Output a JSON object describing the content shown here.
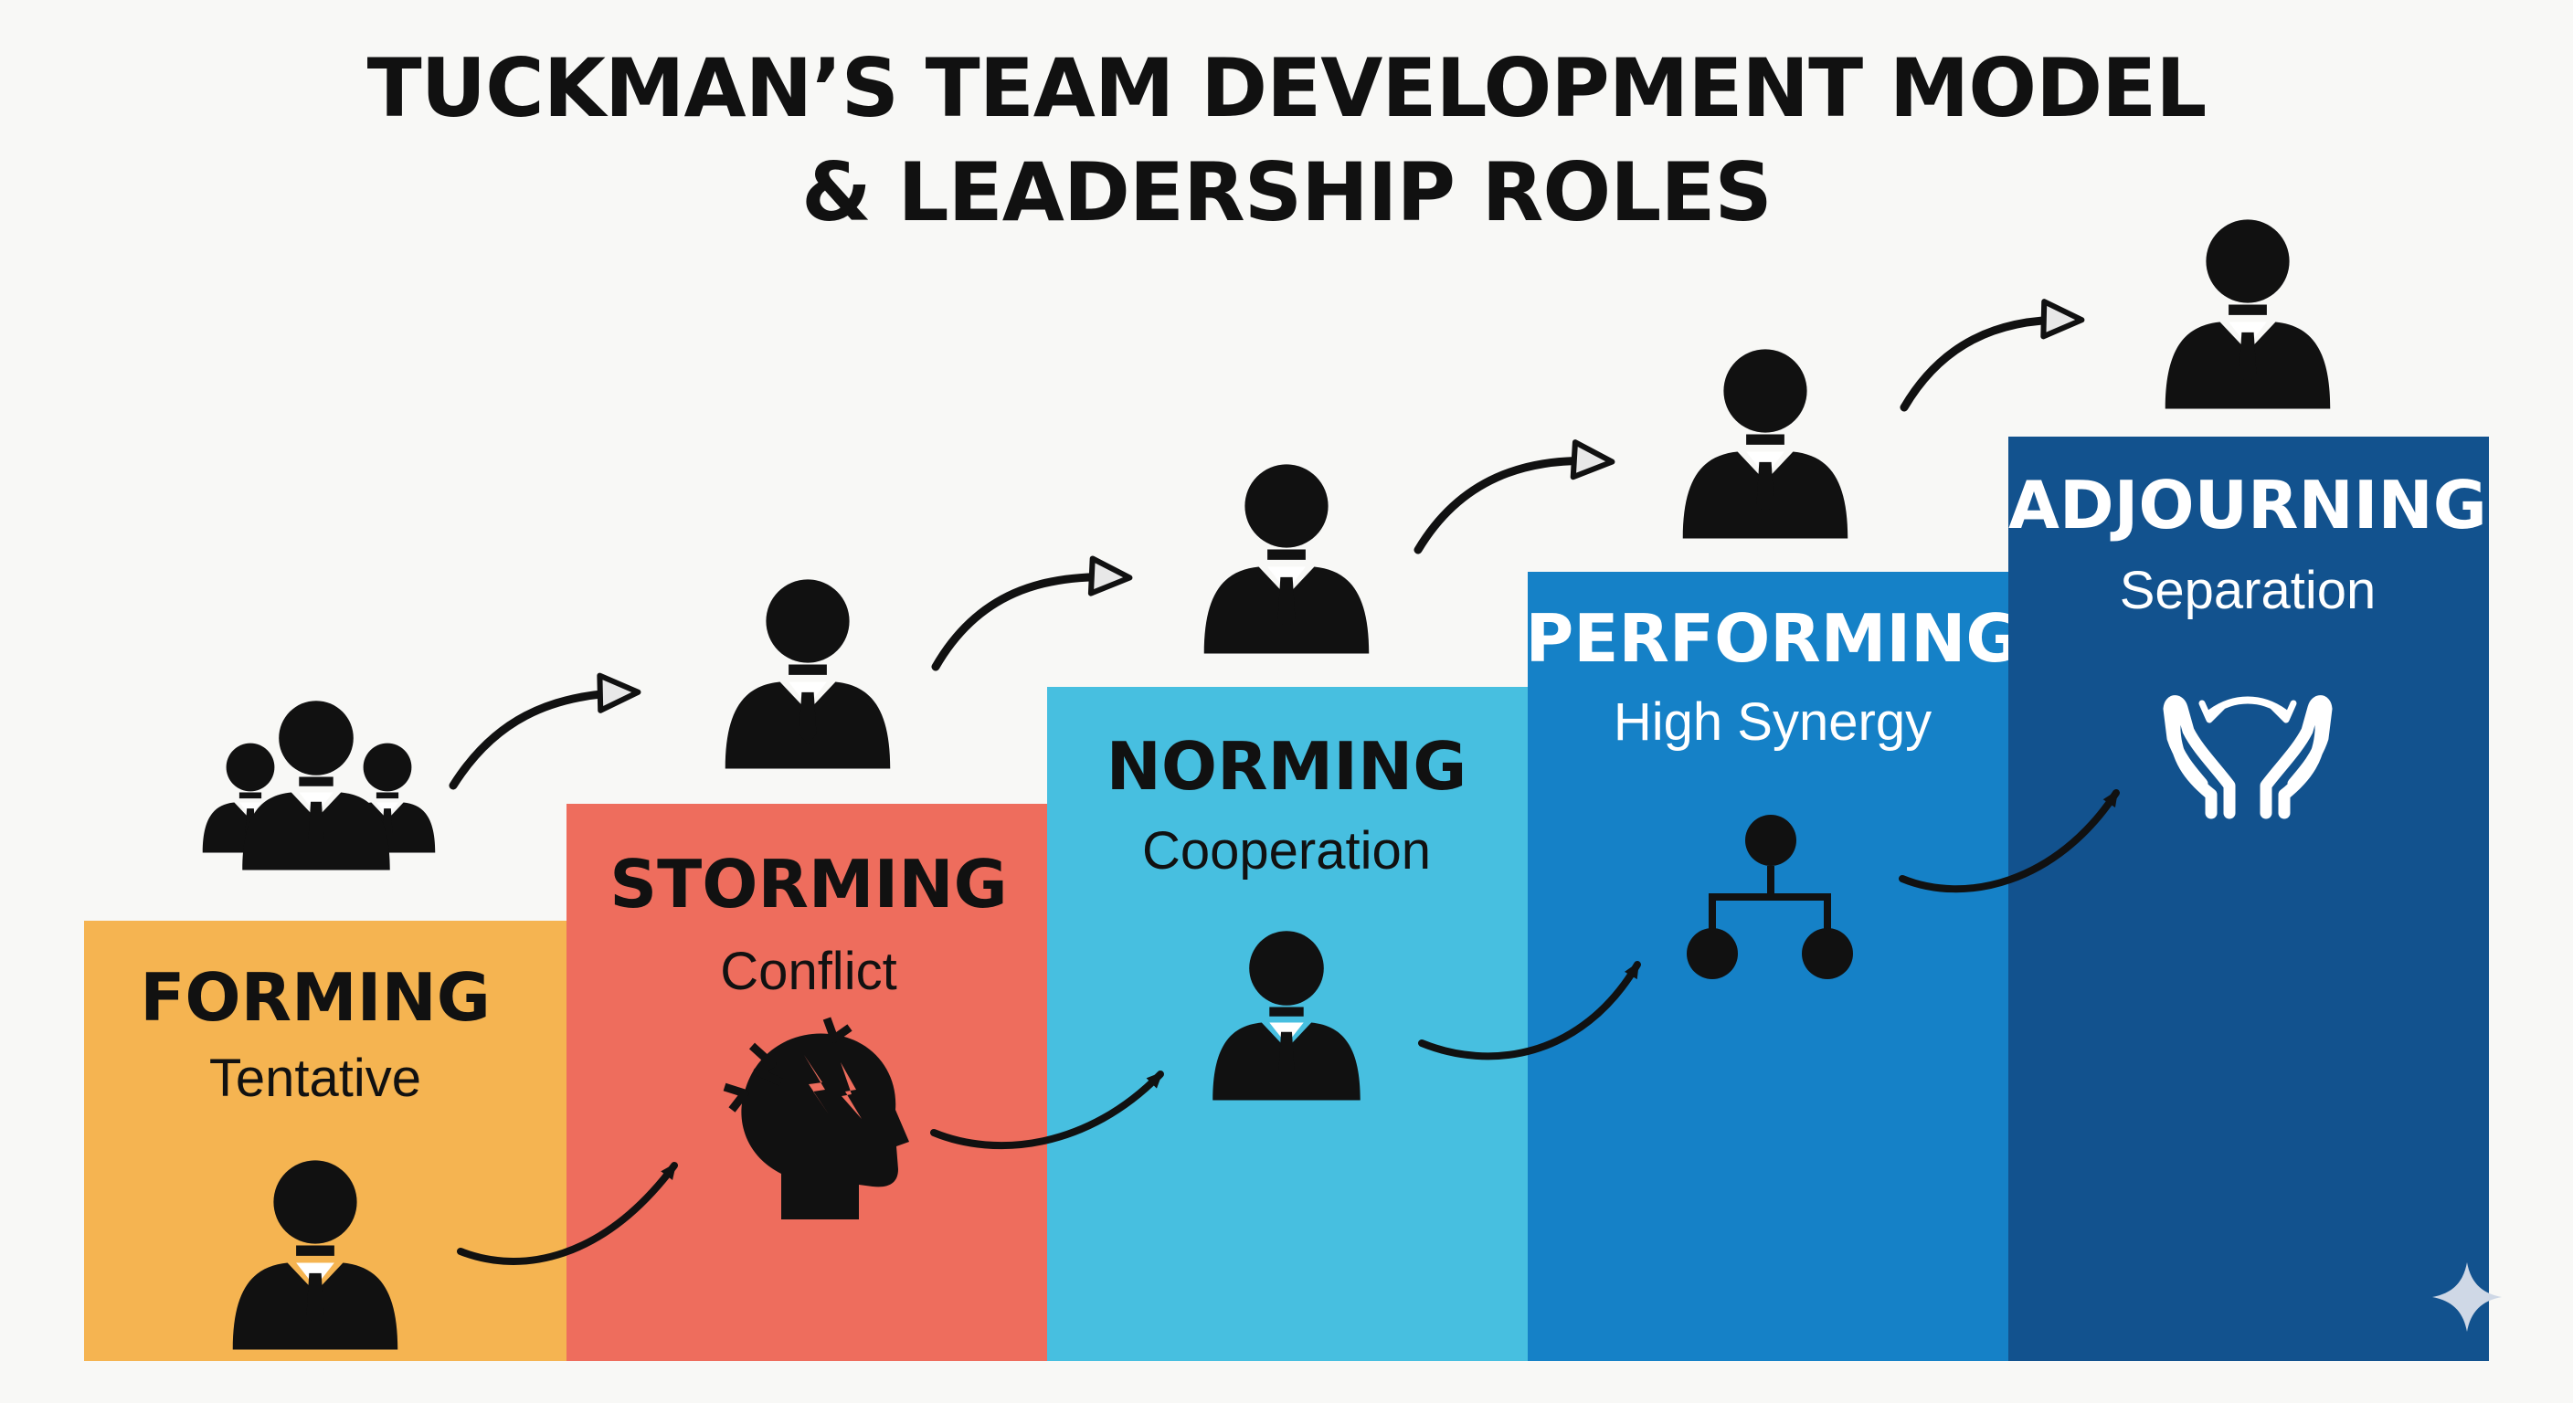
{
  "title": {
    "line1": "TUCKMAN’S TEAM DEVELOPMENT MODEL",
    "line2": "& LEADERSHIP ROLES"
  },
  "stages": [
    {
      "name": "FORMING",
      "subtitle": "Tentative",
      "color": "#f5b451",
      "text_color": "#111111",
      "icon": "person-icon"
    },
    {
      "name": "STORMING",
      "subtitle": "Conflict",
      "color": "#ee6d5d",
      "text_color": "#111111",
      "icon": "conflict-head-icon"
    },
    {
      "name": "NORMING",
      "subtitle": "Cooperation",
      "color": "#47bfe0",
      "text_color": "#111111",
      "icon": "person-icon"
    },
    {
      "name": "PERFORMING",
      "subtitle": "High Synergy",
      "color": "#1581c7",
      "text_color": "#ffffff",
      "icon": "hierarchy-icon"
    },
    {
      "name": "ADJOURNING",
      "subtitle": "Separation",
      "color": "#12528e",
      "text_color": "#ffffff",
      "icon": "hands-separation-icon"
    }
  ],
  "leader_icons": [
    "team-group-icon",
    "leader-icon",
    "leader-icon",
    "leader-icon",
    "leader-icon"
  ],
  "decorations": {
    "corner": "sparkle-icon"
  }
}
